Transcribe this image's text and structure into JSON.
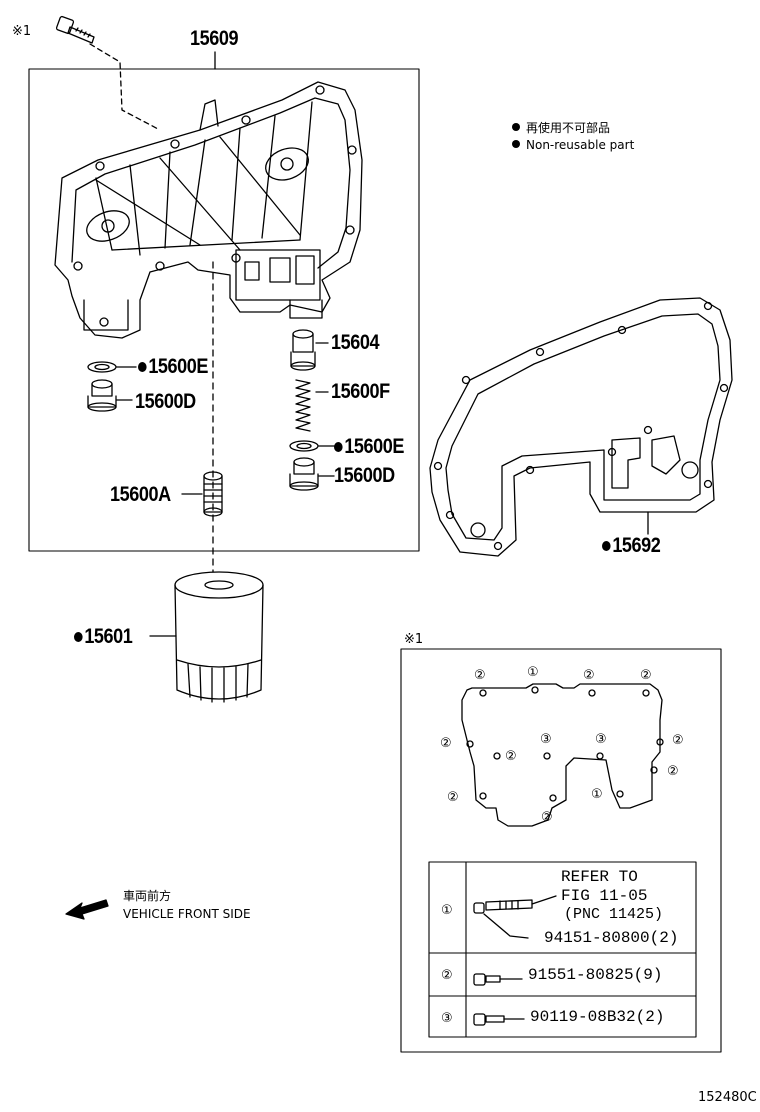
{
  "parts": {
    "p15609": "15609",
    "p15604": "15604",
    "p15600E_a": "15600E",
    "p15600D_a": "15600D",
    "p15600F": "15600F",
    "p15600E_b": "15600E",
    "p15600D_b": "15600D",
    "p15600A": "15600A",
    "p15601": "15601",
    "p15692": "15692"
  },
  "legend": {
    "jp": "再使用不可部品",
    "en": "Non-reusable part"
  },
  "note_mark": "※1",
  "front": {
    "jp": "車両前方",
    "en": "VEHICLE FRONT SIDE"
  },
  "detail": {
    "mark": "※1",
    "callouts": [
      "①",
      "②",
      "③"
    ]
  },
  "table": {
    "rows": [
      {
        "key": "①",
        "lines": [
          "REFER TO",
          "FIG 11-05",
          "(PNC 11425)",
          "94151-80800(2)"
        ]
      },
      {
        "key": "②",
        "lines": [
          "91551-80825(9)"
        ]
      },
      {
        "key": "③",
        "lines": [
          "90119-08B32(2)"
        ]
      }
    ]
  },
  "diagram_id": "152480C"
}
